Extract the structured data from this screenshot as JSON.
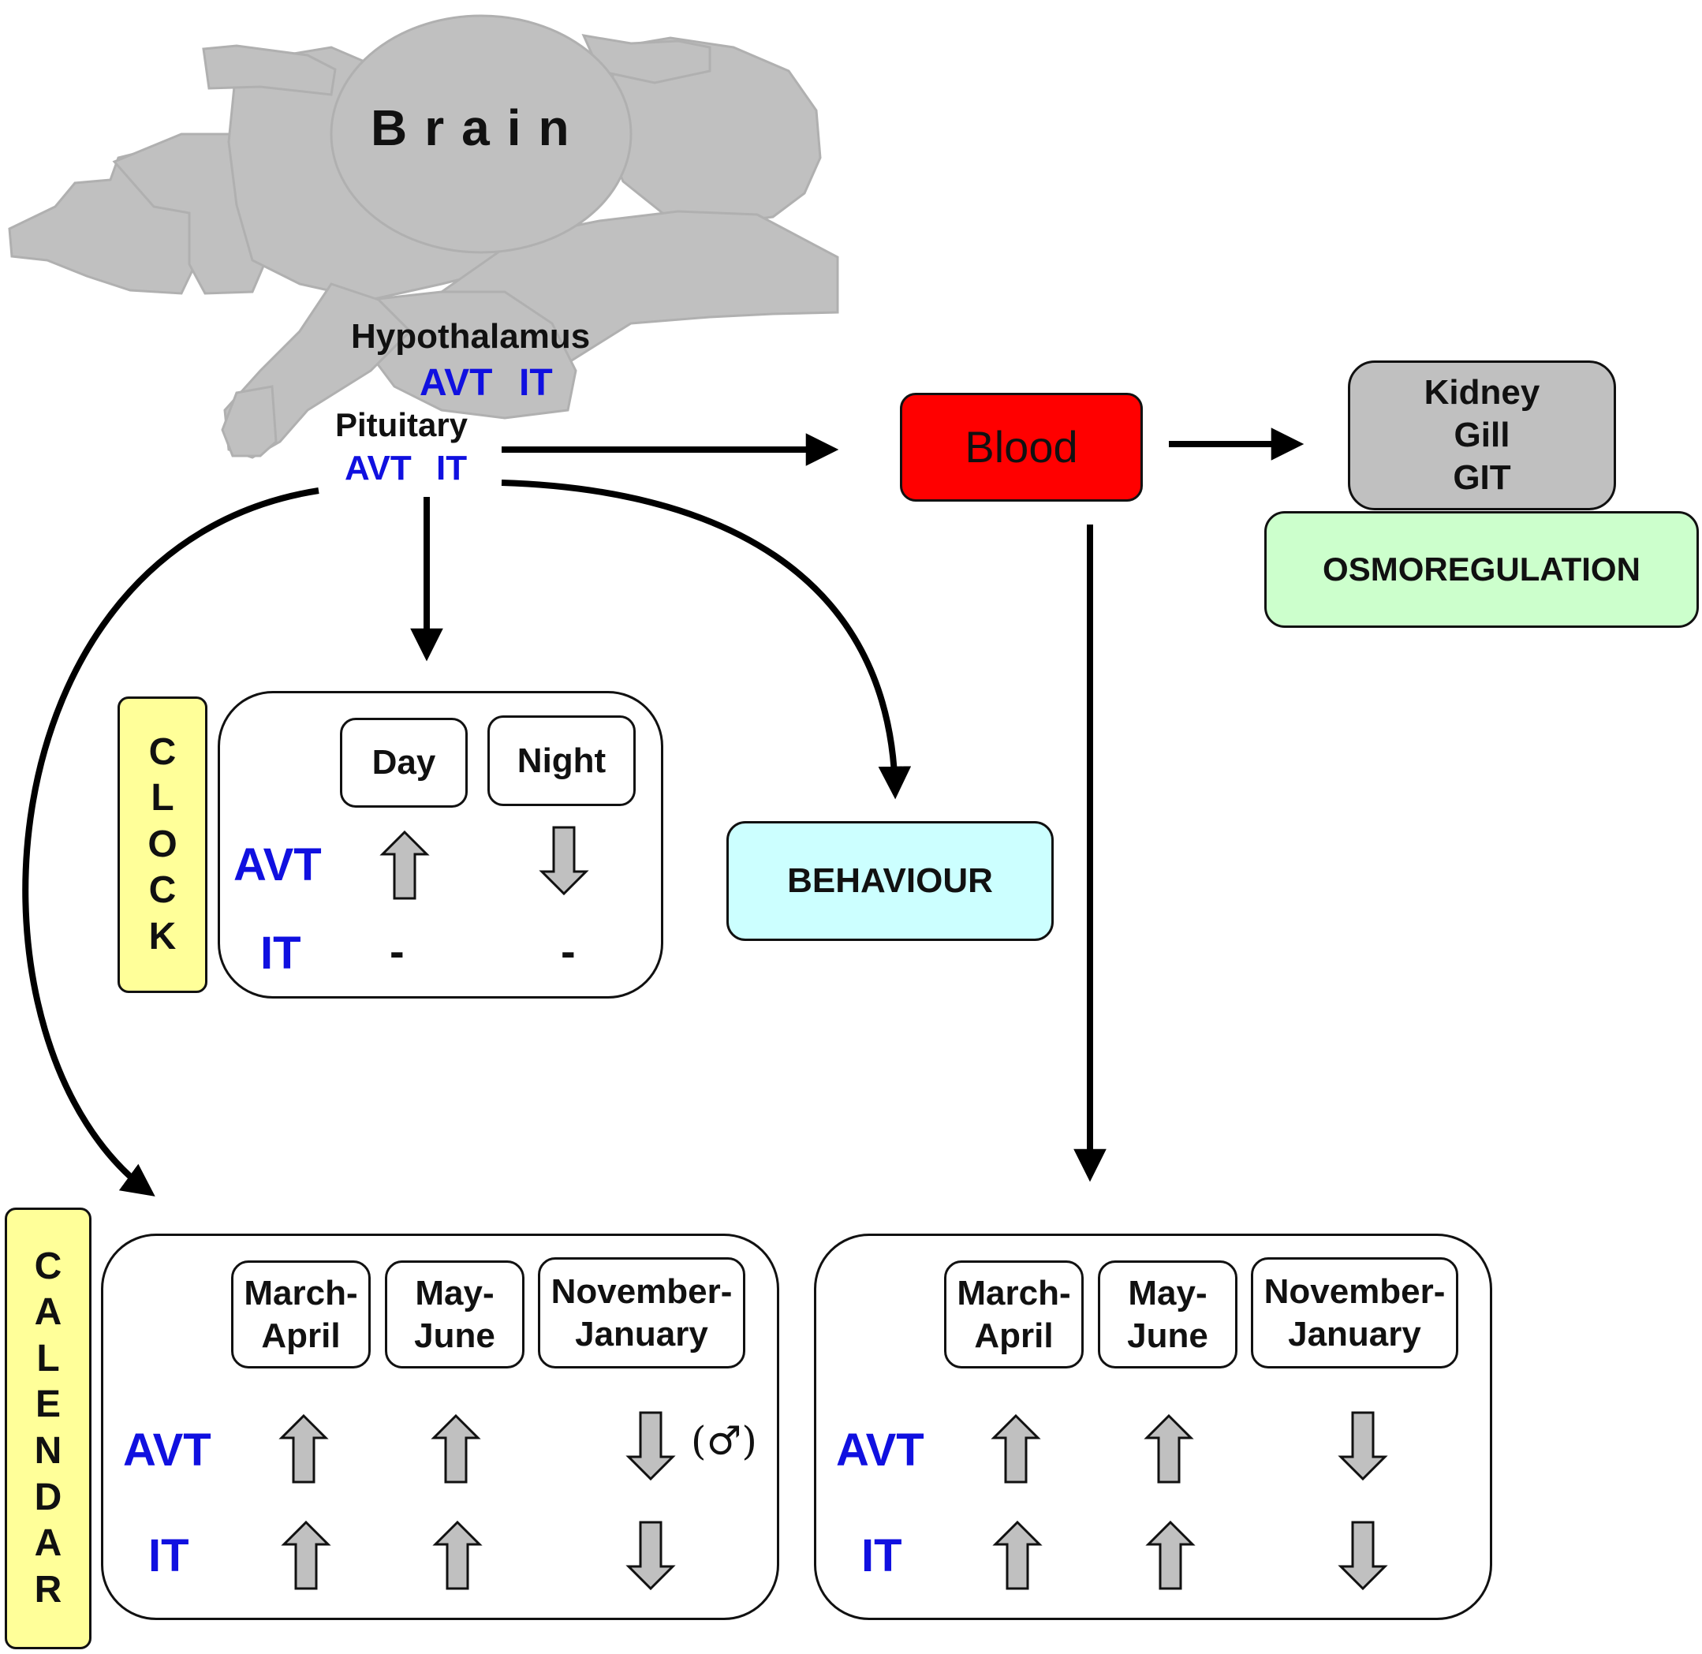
{
  "brain": {
    "label": "Brain"
  },
  "hypothalamus": {
    "label": "Hypothalamus",
    "hormones": [
      "AVT",
      "IT"
    ]
  },
  "pituitary": {
    "label": "Pituitary",
    "hormones": [
      "AVT",
      "IT"
    ]
  },
  "blood": {
    "label": "Blood",
    "color": "#ff0000"
  },
  "organs": {
    "lines": [
      "Kidney",
      "Gill",
      "GIT"
    ],
    "color": "#c0c0c0"
  },
  "osmoregulation": {
    "label": "OSMOREGULATION",
    "color": "#ccffcc"
  },
  "behaviour": {
    "label": "BEHAVIOUR",
    "color": "#ccffff"
  },
  "clock": {
    "letters": [
      "C",
      "L",
      "O",
      "C",
      "K"
    ],
    "color": "#ffff99",
    "columns": [
      "Day",
      "Night"
    ],
    "row_labels": [
      "AVT",
      "IT"
    ],
    "avt": [
      "up",
      "down"
    ],
    "it": [
      "-",
      "-"
    ]
  },
  "calendar": {
    "letters": [
      "C",
      "A",
      "L",
      "E",
      "N",
      "D",
      "A",
      "R"
    ],
    "color": "#ffff99",
    "columns": [
      {
        "line1": "March-",
        "line2": "April"
      },
      {
        "line1": "May-",
        "line2": "June"
      },
      {
        "line1": "November-",
        "line2": "January"
      }
    ],
    "row_labels": [
      "AVT",
      "IT"
    ],
    "avt": [
      "up",
      "up",
      "down"
    ],
    "it": [
      "up",
      "up",
      "down"
    ],
    "avt_note": "(♂)"
  },
  "blood_calendar": {
    "columns": [
      {
        "line1": "March-",
        "line2": "April"
      },
      {
        "line1": "May-",
        "line2": "June"
      },
      {
        "line1": "November-",
        "line2": "January"
      }
    ],
    "row_labels": [
      "AVT",
      "IT"
    ],
    "avt": [
      "up",
      "up",
      "down"
    ],
    "it": [
      "up",
      "up",
      "down"
    ]
  },
  "colors": {
    "hormone_text": "#1010e0",
    "brain_fill": "#c0c0c0",
    "arrow_fill": "#c0c0c0"
  }
}
